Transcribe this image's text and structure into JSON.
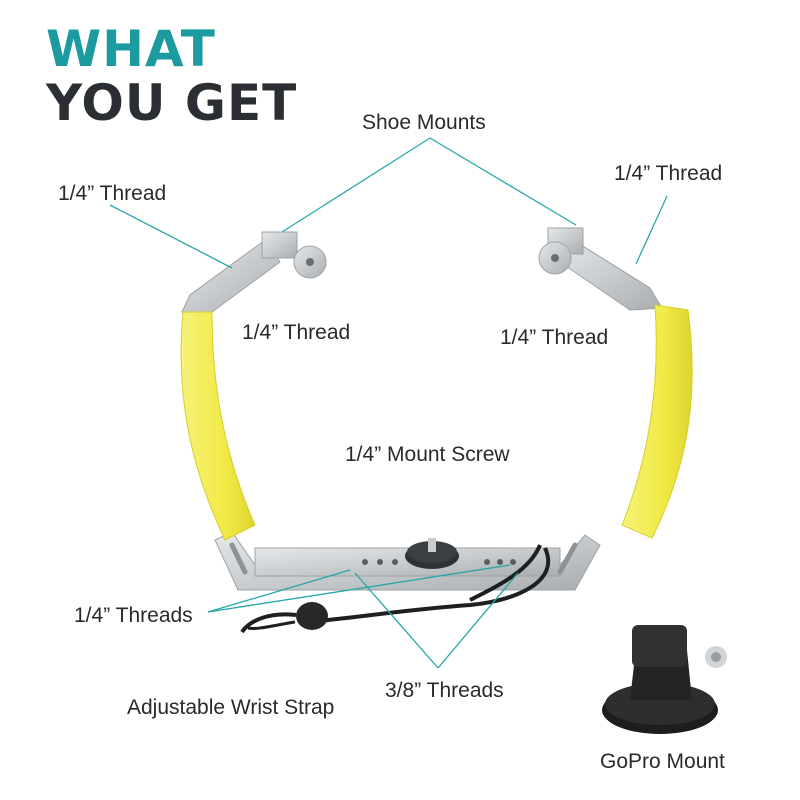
{
  "heading": {
    "line1": "WHAT",
    "line2": "YOU GET"
  },
  "labels": {
    "shoe_mounts": "Shoe Mounts",
    "thread_top_left": "1/4” Thread",
    "thread_top_right": "1/4” Thread",
    "thread_inner_left": "1/4” Thread",
    "thread_inner_right": "1/4” Thread",
    "mount_screw": "1/4” Mount Screw",
    "quarter_threads": "1/4” Threads",
    "three_eighths_threads": "3/8” Threads",
    "wrist_strap": "Adjustable Wrist Strap",
    "gopro_mount": "GoPro Mount"
  },
  "colors": {
    "heading_teal": "#1b9ba0",
    "heading_dark": "#2b2f33",
    "callout_line": "#2aa6a8",
    "grip_yellow": "#f4ef5a",
    "metal": "#cfd2d4"
  }
}
